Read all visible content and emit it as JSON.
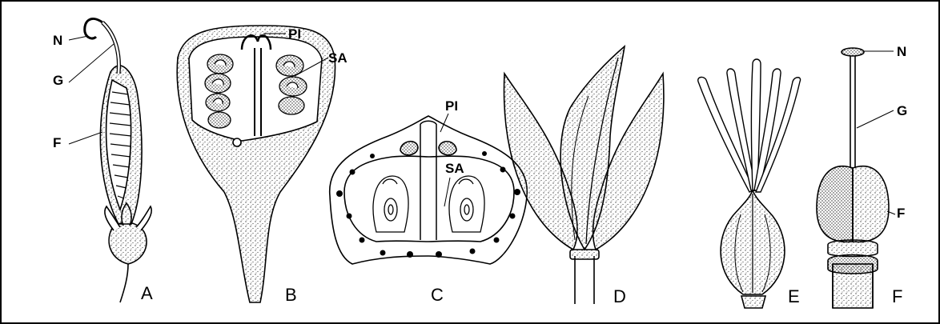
{
  "figures": [
    {
      "letter": "A",
      "parts": [
        "N",
        "G",
        "F"
      ]
    },
    {
      "letter": "B",
      "parts": [
        "PI",
        "SA"
      ]
    },
    {
      "letter": "C",
      "parts": [
        "PI",
        "SA"
      ]
    },
    {
      "letter": "D",
      "parts": []
    },
    {
      "letter": "E",
      "parts": []
    },
    {
      "letter": "F",
      "parts": [
        "N",
        "G",
        "F"
      ]
    }
  ],
  "colors": {
    "ink": "#000000",
    "paper": "#ffffff",
    "stipple": "#555555"
  }
}
